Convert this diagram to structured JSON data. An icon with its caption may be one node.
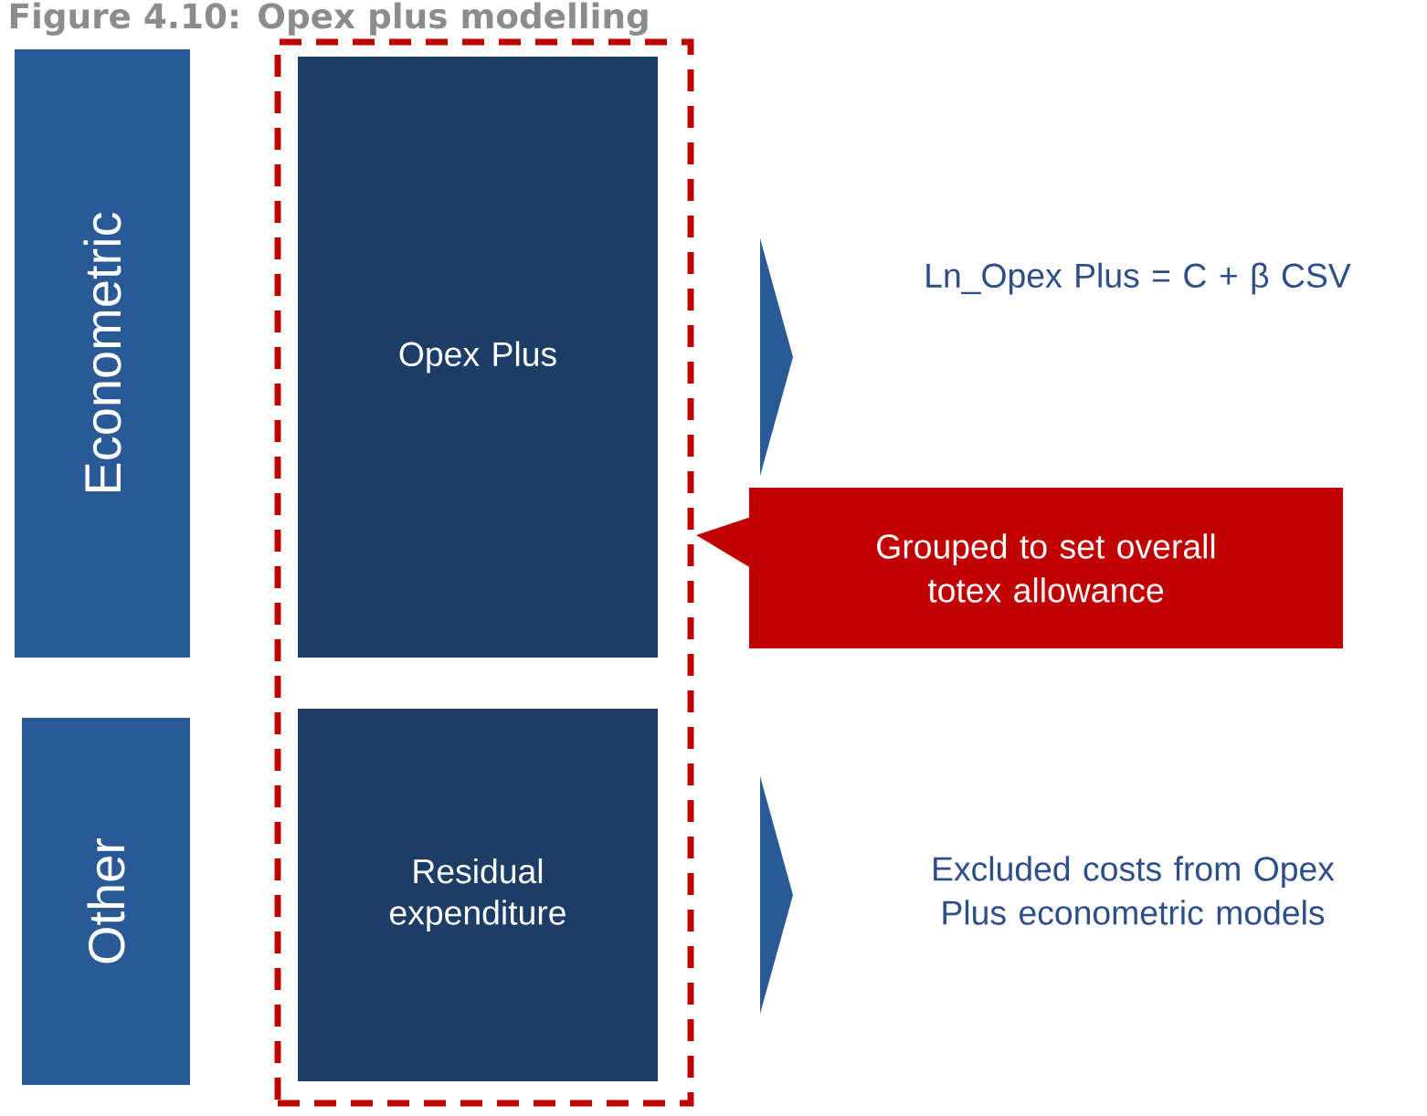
{
  "diagram": {
    "title": "Figure 4.10: Opex plus modelling",
    "nodes": [
      {
        "text": [
          "Econometric"
        ]
      },
      {
        "text": [
          "Other"
        ]
      },
      {
        "text": [],
        "shape": "box"
      },
      {
        "text": [
          "Opex Plus"
        ],
        "in": 2
      },
      {
        "text": [
          "Residual expenditure"
        ],
        "in": 2
      },
      {
        "text": [
          "Ln_Opex Plus = C + β CSV"
        ]
      },
      {
        "text": [
          "Grouped to set overall totex allowance"
        ]
      },
      {
        "text": [
          "Excluded costs from Opex Plus econometric models"
        ]
      }
    ],
    "edges": [
      {
        "from": 3,
        "to": 5,
        "arrow": "to"
      },
      {
        "from": 6,
        "to": 2,
        "arrow": "to",
        "color": "#c00000"
      },
      {
        "from": 4,
        "to": 7,
        "arrow": "to"
      }
    ]
  }
}
